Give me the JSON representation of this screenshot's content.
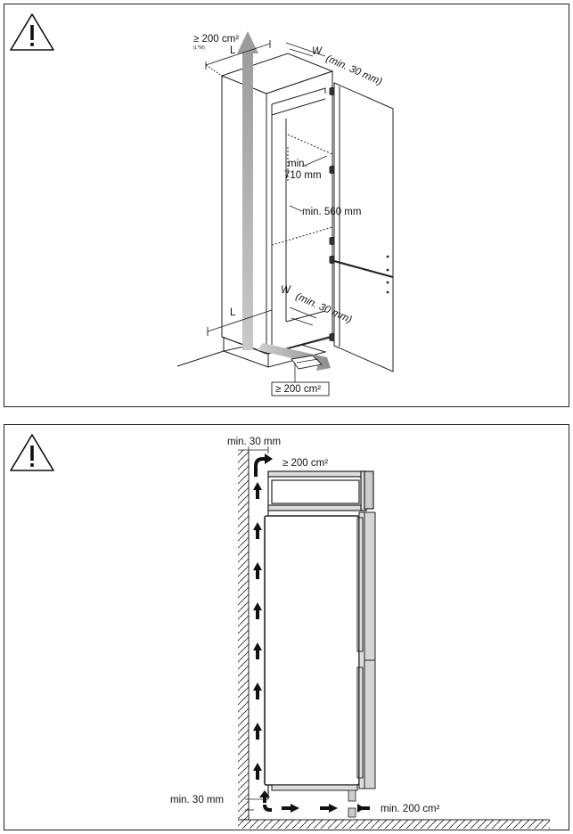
{
  "top_figure": {
    "warning_icon": "warning-triangle-icon",
    "ventilation_top": "≥ 200 cm²",
    "ventilation_top_formula": "(L*W)",
    "length_label_top": "L",
    "width_label_top": "W",
    "width_min_top": "(min. 30 mm)",
    "depth_label_1": "min.",
    "depth_label_2": "710 mm",
    "width_inner": "min. 560 mm",
    "length_label_bottom": "L",
    "width_label_bottom": "W",
    "width_min_bottom": "(min. 30 mm)",
    "ventilation_bottom": "≥ 200 cm²"
  },
  "bottom_figure": {
    "warning_icon": "warning-triangle-icon",
    "gap_top": "min. 30 mm",
    "vent_top": "≥ 200 cm²",
    "gap_bottom": "min. 30 mm",
    "vent_bottom": "min. 200 cm²"
  }
}
